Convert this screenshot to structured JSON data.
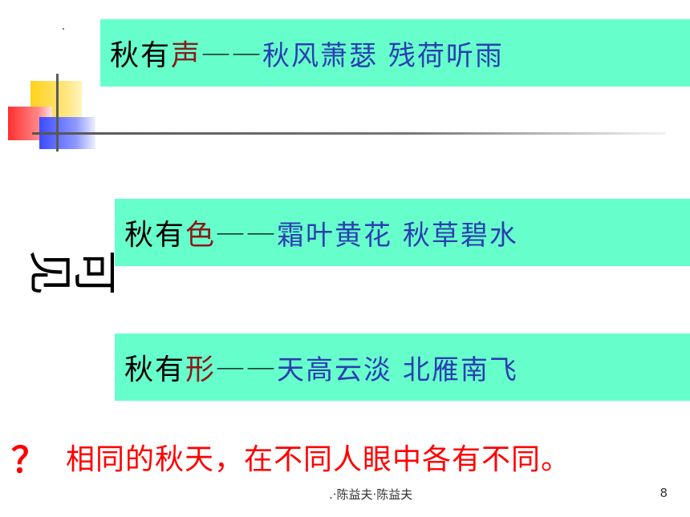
{
  "slide": {
    "rows": [
      {
        "lead": "秋有",
        "accent": "声",
        "dash": "——",
        "detail": "秋风萧瑟   残荷听雨"
      },
      {
        "lead": "秋有",
        "accent": "色",
        "dash": "——",
        "detail": "霜叶黄花   秋草碧水"
      },
      {
        "lead": "秋有",
        "accent": "形",
        "dash": "——",
        "detail": "天高云淡   北雁南飞"
      }
    ],
    "side_label": [
      "可",
      "见"
    ],
    "question_mark": "？",
    "question": "相同的秋天，在不同人眼中各有不同。",
    "footer": ".·陈益夫·陈益夫",
    "page_number": "8"
  },
  "colors": {
    "band": "#66ffcc",
    "accent": "#8b1a1a",
    "detail": "#2a3fb0",
    "question": "#ff0000"
  }
}
